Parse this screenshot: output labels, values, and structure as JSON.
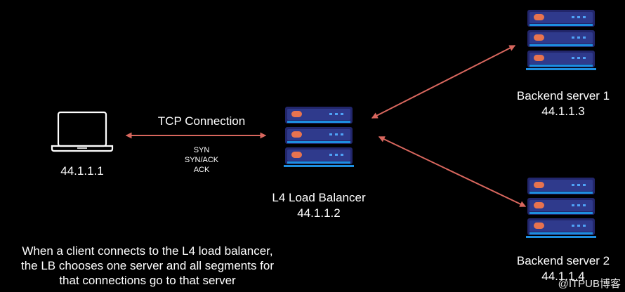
{
  "colors": {
    "background": "#000000",
    "text": "#ffffff",
    "arrow": "#d9675e",
    "server_body": "#22266b",
    "server_row": "#2f3a8c",
    "server_led": "#e8734f",
    "server_dot": "#4fa3f7",
    "server_base": "#1d8fe0",
    "laptop_outline": "#ffffff"
  },
  "client": {
    "icon": "laptop-icon",
    "ip": "44.1.1.1"
  },
  "connection": {
    "title": "TCP Connection",
    "handshake": [
      "SYN",
      "SYN/ACK",
      "ACK"
    ]
  },
  "load_balancer": {
    "icon": "server-icon",
    "name": "L4 Load Balancer",
    "ip": "44.1.1.2"
  },
  "backends": [
    {
      "icon": "server-icon",
      "name": "Backend server 1",
      "ip": "44.1.1.3"
    },
    {
      "icon": "server-icon",
      "name": "Backend server 2",
      "ip": "44.1.1.4"
    }
  ],
  "caption": {
    "lines": [
      "When a client connects to the L4 load balancer,",
      "the LB chooses one server and all segments for",
      "that connections go to that server"
    ]
  },
  "watermark": {
    "text": "@ITPUB博客"
  }
}
